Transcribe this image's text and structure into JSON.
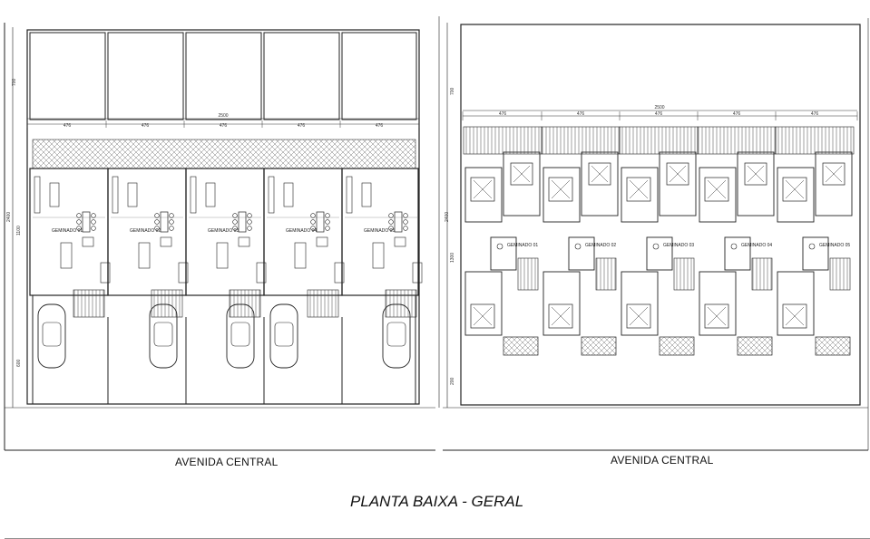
{
  "drawing": {
    "title": "PLANTA BAIXA - GERAL",
    "street_left": "AVENIDA CENTRAL",
    "street_right": "AVENIDA CENTRAL"
  },
  "ground_floor": {
    "overall_width": "2500",
    "lot_widths": [
      "476",
      "476",
      "476",
      "476",
      "476"
    ],
    "side_dimensions": [
      "700",
      "2400",
      "1100",
      "600"
    ],
    "units": [
      "GEMINADO 01",
      "GEMINADO 02",
      "GEMINADO 03",
      "GEMINADO 04",
      "GEMINADO 05"
    ]
  },
  "upper_floor": {
    "overall_width": "2500",
    "lot_widths": [
      "476",
      "476",
      "476",
      "476",
      "476"
    ],
    "side_dimensions": [
      "700",
      "2400",
      "1300",
      "200"
    ],
    "units": [
      "GEMINADO 01",
      "GEMINADO 02",
      "GEMINADO 03",
      "GEMINADO 04",
      "GEMINADO 05"
    ]
  }
}
